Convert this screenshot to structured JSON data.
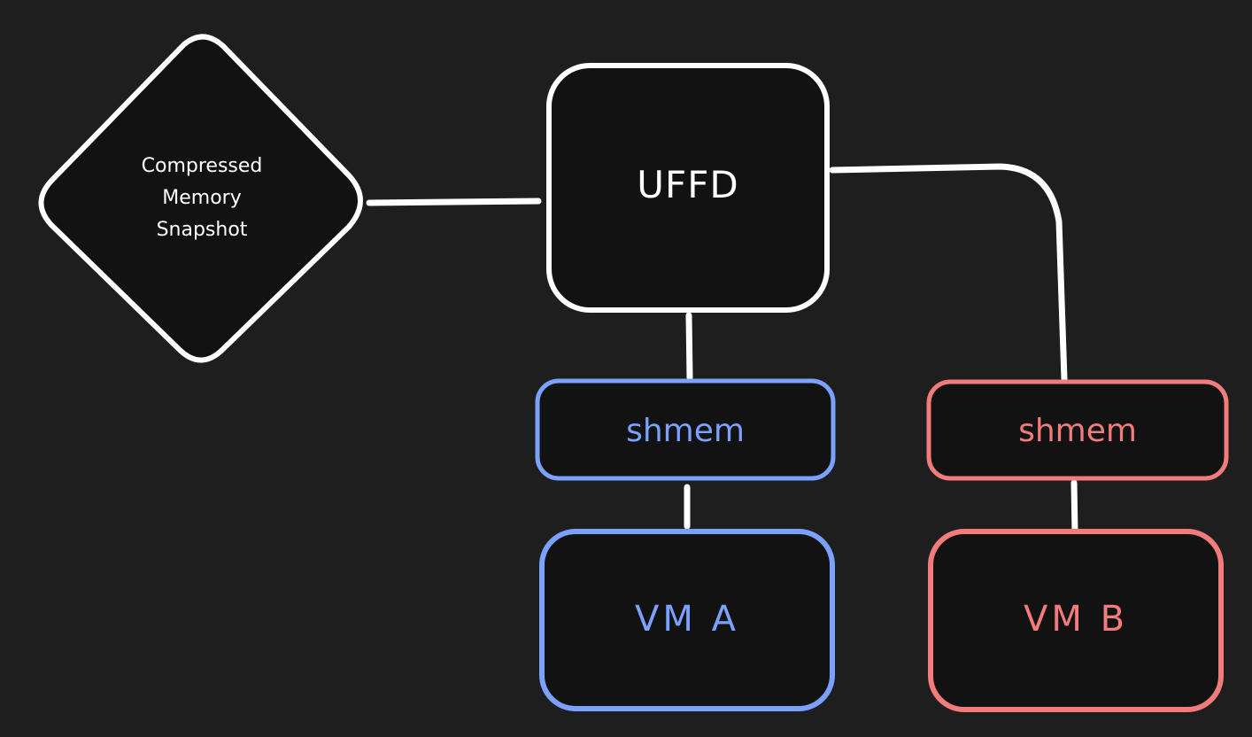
{
  "colors": {
    "background": "#1e1e1e",
    "neutral": "#ffffff",
    "vm_a": "#7ba1ff",
    "vm_b": "#f27b7b",
    "box_fill": "#121212"
  },
  "nodes": {
    "snapshot": {
      "line1": "Compressed",
      "line2": "Memory",
      "line3": "Snapshot"
    },
    "uffd": {
      "label": "UFFD"
    },
    "shmem_a": {
      "label": "shmem"
    },
    "shmem_b": {
      "label": "shmem"
    },
    "vm_a": {
      "label": "VM A"
    },
    "vm_b": {
      "label": "VM B"
    }
  }
}
